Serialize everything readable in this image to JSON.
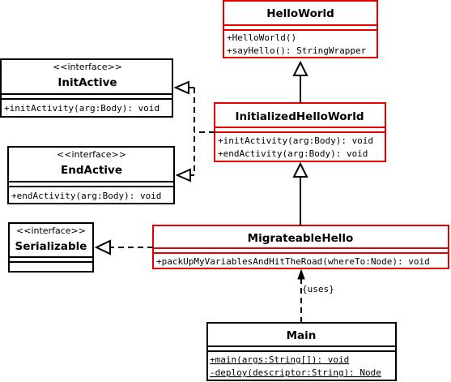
{
  "colors": {
    "highlight": "#e60000",
    "plain": "#000000",
    "background": "#ffffff"
  },
  "classes": {
    "helloworld": {
      "name": "HelloWorld",
      "methods": [
        "+HelloWorld()",
        "+sayHello(): StringWrapper"
      ]
    },
    "initactive": {
      "stereotype": "<<interface>>",
      "name": "InitActive",
      "methods": [
        "+initActivity(arg:Body): void"
      ]
    },
    "initializedhelloworld": {
      "name": "InitializedHelloWorld",
      "methods": [
        "+initActivity(arg:Body): void",
        "+endActivity(arg:Body): void"
      ]
    },
    "endactive": {
      "stereotype": "<<interface>>",
      "name": "EndActive",
      "methods": [
        "+endActivity(arg:Body): void"
      ]
    },
    "serializable": {
      "stereotype": "<<interface>>",
      "name": "Serializable",
      "methods": []
    },
    "migrateablehello": {
      "name": "MigrateableHello",
      "methods": [
        "+packUpMyVariablesAndHitTheRoad(whereTo:Node): void"
      ]
    },
    "main": {
      "name": "Main",
      "methods": [
        "+main(args:String[]): void",
        "-deploy(descriptor:String): Node"
      ]
    }
  },
  "relations": {
    "uses_label": "{uses}"
  }
}
